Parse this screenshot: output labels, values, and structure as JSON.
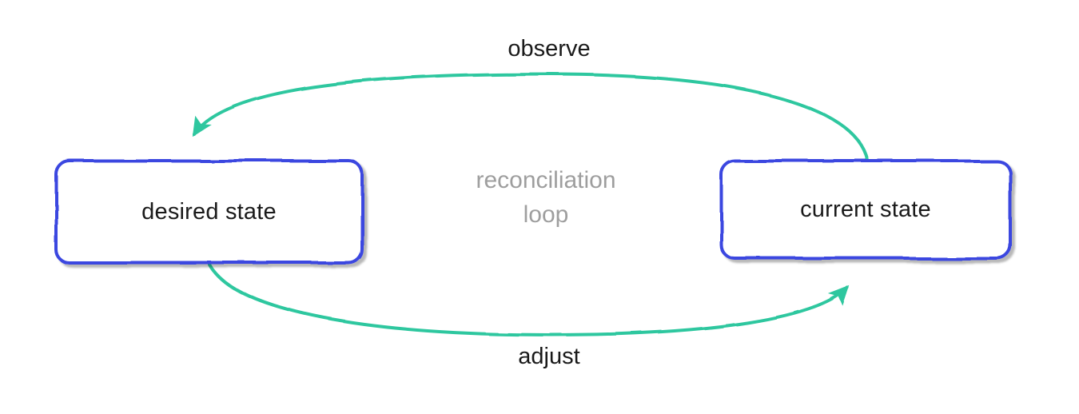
{
  "diagram_title": "reconciliation loop",
  "nodes": [
    {
      "id": "desired-state",
      "label": "desired state"
    },
    {
      "id": "current-state",
      "label": "current state"
    }
  ],
  "edges": [
    {
      "id": "observe",
      "label": "observe",
      "from": "current state",
      "to": "desired state",
      "position": "top"
    },
    {
      "id": "adjust",
      "label": "adjust",
      "from": "desired state",
      "to": "current state",
      "position": "bottom"
    }
  ],
  "center_label": "reconciliation loop",
  "colors": {
    "node_border": "#3b46e0",
    "node_fill": "#ffffff",
    "edge_stroke": "#2fc79f",
    "center_label_text": "#9e9e9e",
    "label_text": "#1a1a1a",
    "canvas_bg": "#ffffff"
  }
}
